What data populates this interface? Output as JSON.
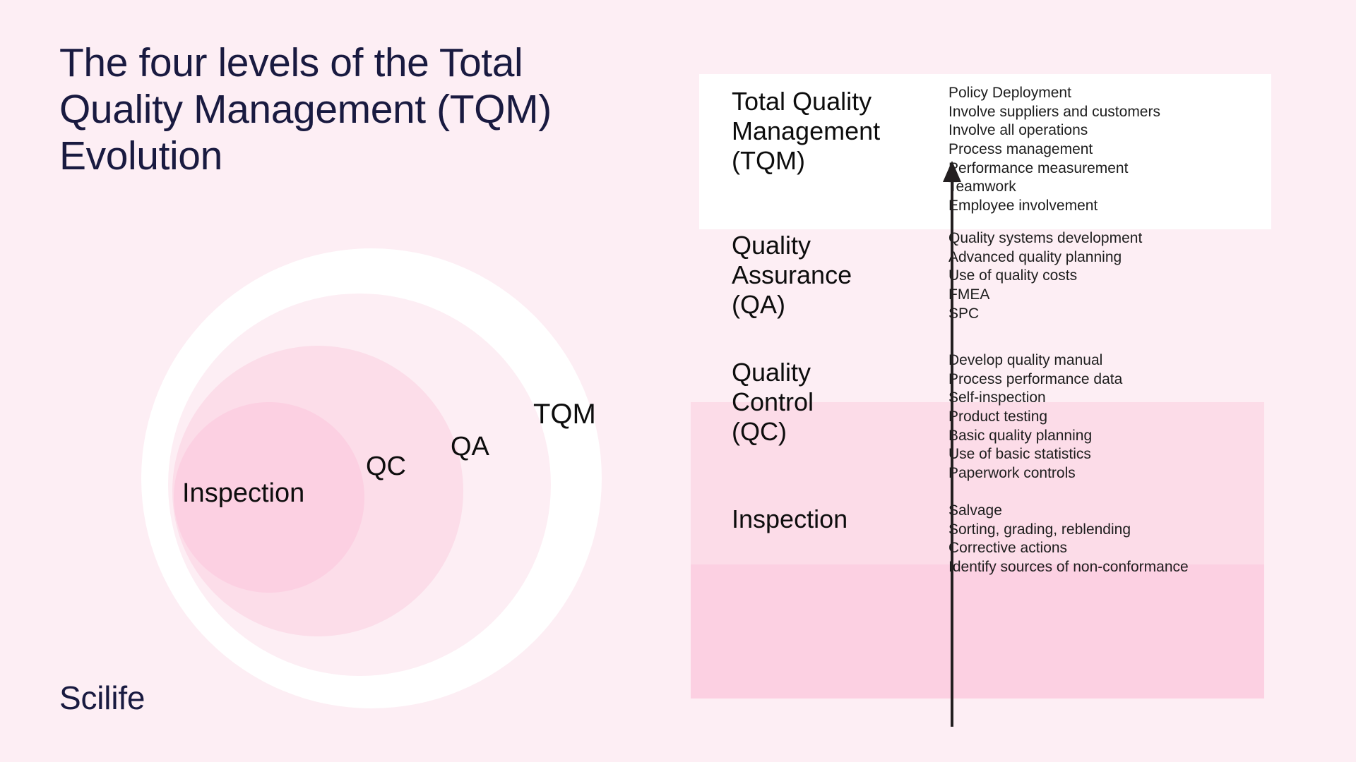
{
  "page": {
    "background_color": "#fdeef4",
    "title": "The four levels of the Total Quality Management (TQM) Evolution",
    "brand": "Scilife",
    "navy_color": "#191a40"
  },
  "circles": {
    "labels": {
      "inspection": "Inspection",
      "qc": "QC",
      "qa": "QA",
      "tqm": "TQM"
    },
    "ring_colors": {
      "tqm": "#ffffff",
      "qa": "#fdeef4",
      "qc": "#fcdde9",
      "inspection": "#fcd0e2"
    }
  },
  "panel": {
    "rows": [
      {
        "key": "tqm",
        "label": "Total Quality\nManagement\n(TQM)",
        "background_color": "#ffffff",
        "items": [
          "Policy Deployment",
          "Involve suppliers and customers",
          "Involve all operations",
          "Process management",
          "Performance measurement",
          "Teamwork",
          "Employee involvement"
        ]
      },
      {
        "key": "qa",
        "label": "Quality\nAssurance\n(QA)",
        "background_color": "#fdeef4",
        "items": [
          "Quality systems development",
          "Advanced quality planning",
          "Use of quality costs",
          "FMEA",
          "SPC"
        ]
      },
      {
        "key": "qc",
        "label": "Quality\nControl\n(QC)",
        "background_color": "#fcdce8",
        "items": [
          "Develop quality manual",
          "Process performance data",
          "Self-inspection",
          "Product testing",
          "Basic quality planning",
          "Use of basic statistics",
          "Paperwork controls"
        ]
      },
      {
        "key": "inspection",
        "label": "Inspection",
        "background_color": "#fcd0e2",
        "items": [
          "Salvage",
          "Sorting, grading, reblending",
          "Corrective actions",
          "Identify sources of non-conformance"
        ]
      }
    ]
  },
  "arrow": {
    "name": "upward-evolution-arrow",
    "color": "#231f20",
    "direction": "up"
  }
}
